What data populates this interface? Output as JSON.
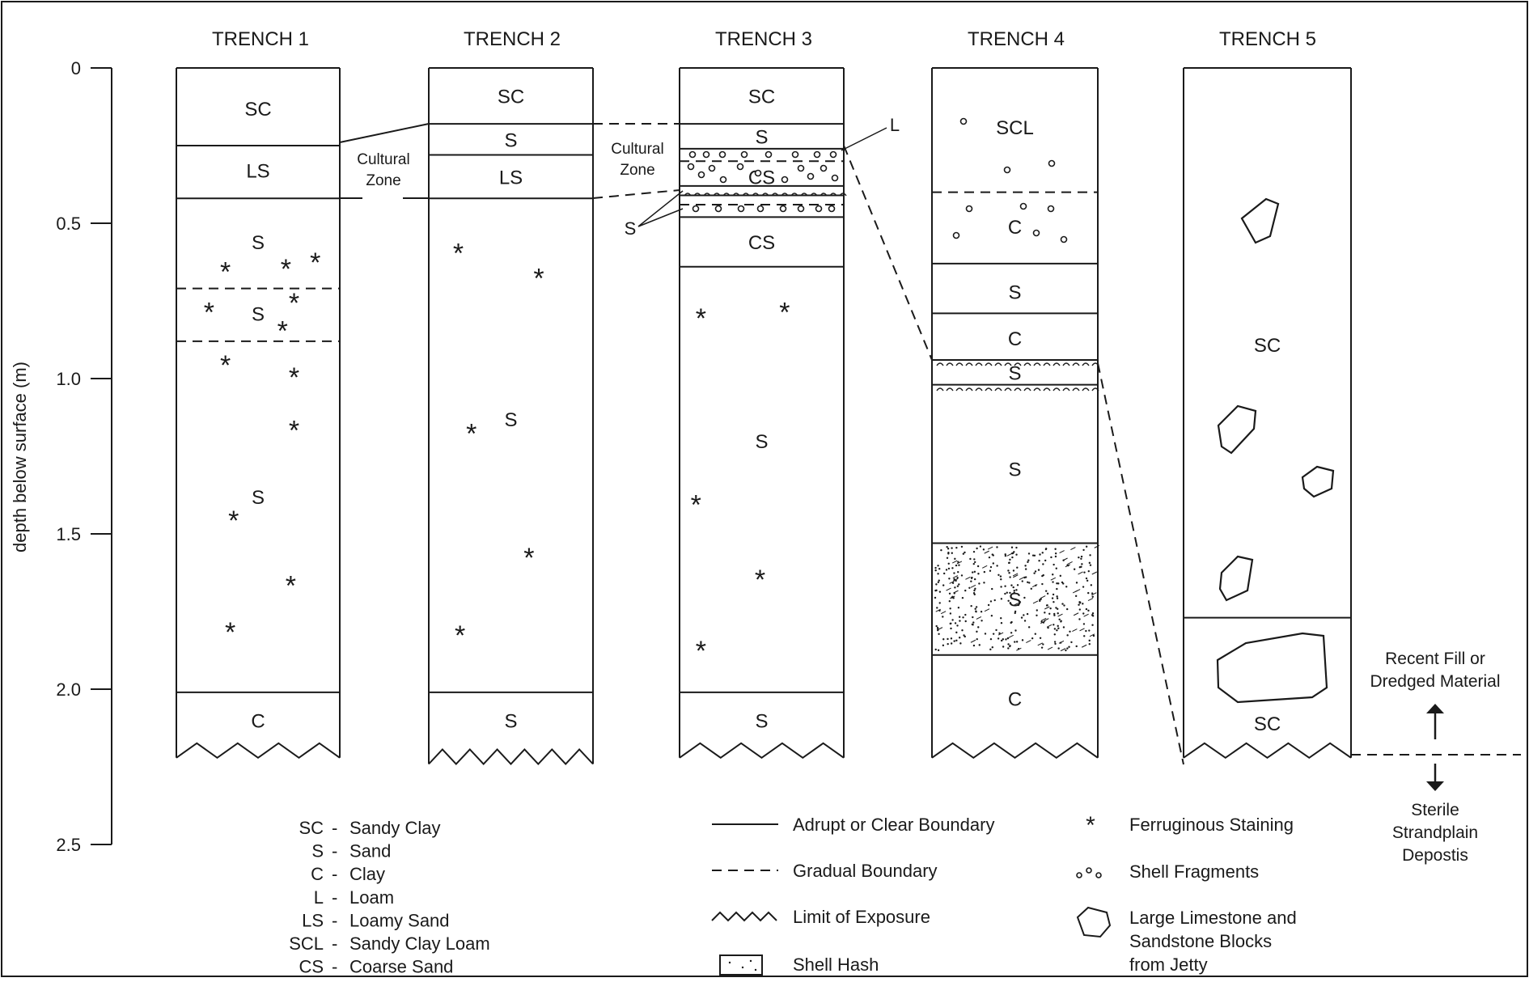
{
  "axis": {
    "ylabel": "depth below surface (m)",
    "ticks": [
      {
        "value": 0,
        "label": "0"
      },
      {
        "value": 0.5,
        "label": "0.5"
      },
      {
        "value": 1.0,
        "label": "1.0"
      },
      {
        "value": 1.5,
        "label": "1.5"
      },
      {
        "value": 2.0,
        "label": "2.0"
      },
      {
        "value": 2.5,
        "label": "2.5"
      }
    ]
  },
  "trenches": [
    {
      "title": "TRENCH 1",
      "bottom_depth": 2.2,
      "boundaries": [
        {
          "depth": 0.25,
          "style": "abrupt"
        },
        {
          "depth": 0.42,
          "style": "abrupt"
        },
        {
          "depth": 0.71,
          "style": "gradual"
        },
        {
          "depth": 0.88,
          "style": "gradual"
        },
        {
          "depth": 2.01,
          "style": "abrupt"
        }
      ],
      "labels": [
        {
          "text": "SC",
          "depth": 0.13
        },
        {
          "text": "LS",
          "depth": 0.33
        },
        {
          "text": "S",
          "depth": 0.56
        },
        {
          "text": "S",
          "depth": 0.79
        },
        {
          "text": "S",
          "depth": 1.38
        },
        {
          "text": "C",
          "depth": 2.1
        }
      ],
      "ferruginous": [
        [
          0.3,
          0.65
        ],
        [
          0.67,
          0.64
        ],
        [
          0.85,
          0.62
        ],
        [
          0.2,
          0.78
        ],
        [
          0.72,
          0.75
        ],
        [
          0.65,
          0.84
        ],
        [
          0.3,
          0.95
        ],
        [
          0.72,
          0.99
        ],
        [
          0.72,
          1.16
        ],
        [
          0.35,
          1.45
        ],
        [
          0.7,
          1.66
        ],
        [
          0.33,
          1.81
        ]
      ]
    },
    {
      "title": "TRENCH 2",
      "bottom_depth": 2.22,
      "boundaries": [
        {
          "depth": 0.18,
          "style": "abrupt"
        },
        {
          "depth": 0.28,
          "style": "abrupt"
        },
        {
          "depth": 0.42,
          "style": "abrupt"
        },
        {
          "depth": 2.01,
          "style": "abrupt"
        }
      ],
      "labels": [
        {
          "text": "SC",
          "depth": 0.09
        },
        {
          "text": "S",
          "depth": 0.23
        },
        {
          "text": "LS",
          "depth": 0.35
        },
        {
          "text": "S",
          "depth": 1.13
        },
        {
          "text": "S",
          "depth": 2.1
        }
      ],
      "ferruginous": [
        [
          0.18,
          0.59
        ],
        [
          0.67,
          0.67
        ],
        [
          0.26,
          1.17
        ],
        [
          0.61,
          1.57
        ],
        [
          0.19,
          1.82
        ]
      ]
    },
    {
      "title": "TRENCH 3",
      "bottom_depth": 2.2,
      "boundaries": [
        {
          "depth": 0.18,
          "style": "abrupt"
        },
        {
          "depth": 0.26,
          "style": "abrupt"
        },
        {
          "depth": 0.3,
          "style": "gradual"
        },
        {
          "depth": 0.38,
          "style": "abrupt"
        },
        {
          "depth": 0.41,
          "style": "abrupt"
        },
        {
          "depth": 0.44,
          "style": "gradual"
        },
        {
          "depth": 0.48,
          "style": "abrupt"
        },
        {
          "depth": 0.64,
          "style": "abrupt"
        },
        {
          "depth": 2.01,
          "style": "abrupt"
        }
      ],
      "labels": [
        {
          "text": "SC",
          "depth": 0.09
        },
        {
          "text": "S",
          "depth": 0.22
        },
        {
          "text": "CS",
          "depth": 0.35
        },
        {
          "text": "CS",
          "depth": 0.56
        },
        {
          "text": "S",
          "depth": 1.2
        },
        {
          "text": "S",
          "depth": 2.1
        }
      ],
      "ferruginous": [
        [
          0.13,
          0.8
        ],
        [
          0.64,
          0.78
        ],
        [
          0.1,
          1.4
        ],
        [
          0.49,
          1.64
        ],
        [
          0.13,
          1.87
        ]
      ]
    },
    {
      "title": "TRENCH 4",
      "bottom_depth": 2.2,
      "boundaries": [
        {
          "depth": 0.4,
          "style": "gradual"
        },
        {
          "depth": 0.63,
          "style": "abrupt"
        },
        {
          "depth": 0.79,
          "style": "abrupt"
        },
        {
          "depth": 0.94,
          "style": "abrupt"
        },
        {
          "depth": 1.02,
          "style": "abrupt"
        },
        {
          "depth": 1.53,
          "style": "abrupt"
        },
        {
          "depth": 1.89,
          "style": "abrupt"
        }
      ],
      "labels": [
        {
          "text": "SCL",
          "depth": 0.19
        },
        {
          "text": "C",
          "depth": 0.51
        },
        {
          "text": "S",
          "depth": 0.72
        },
        {
          "text": "C",
          "depth": 0.87
        },
        {
          "text": "S",
          "depth": 0.98
        },
        {
          "text": "S",
          "depth": 1.29
        },
        {
          "text": "S",
          "depth": 1.71
        },
        {
          "text": "C",
          "depth": 2.03
        }
      ],
      "ferruginous": []
    },
    {
      "title": "TRENCH 5",
      "bottom_depth": 2.2,
      "boundaries": [
        {
          "depth": 1.77,
          "style": "abrupt"
        }
      ],
      "labels": [
        {
          "text": "SC",
          "depth": 0.89
        },
        {
          "text": "SC",
          "depth": 2.11
        }
      ],
      "ferruginous": []
    }
  ],
  "annotations": {
    "cultural_zone_1": {
      "line1": "Cultural",
      "line2": "Zone"
    },
    "cultural_zone_2": {
      "line1": "Cultural",
      "line2": "Zone"
    },
    "loam_label": "L",
    "sand_label": "S",
    "fill_note": {
      "line1": "Recent Fill or",
      "line2": "Dredged Material"
    },
    "sterile_note": {
      "line1": "Sterile",
      "line2": "Strandplain",
      "line3": "Depostis"
    }
  },
  "legend": {
    "abbreviations": [
      {
        "code": "SC",
        "meaning": "Sandy Clay"
      },
      {
        "code": "S",
        "meaning": "Sand"
      },
      {
        "code": "C",
        "meaning": "Clay"
      },
      {
        "code": "L",
        "meaning": "Loam"
      },
      {
        "code": "LS",
        "meaning": "Loamy Sand"
      },
      {
        "code": "SCL",
        "meaning": "Sandy Clay Loam"
      },
      {
        "code": "CS",
        "meaning": "Coarse Sand"
      }
    ],
    "symbols": {
      "abrupt": "Adrupt or Clear Boundary",
      "gradual": "Gradual Boundary",
      "exposure": "Limit of Exposure",
      "shell_hash": "Shell Hash",
      "ferruginous": "Ferruginous Staining",
      "shell_fragments": "Shell Fragments",
      "blocks_line1": "Large Limestone and",
      "blocks_line2": "Sandstone Blocks",
      "blocks_line3": "from Jetty"
    }
  }
}
